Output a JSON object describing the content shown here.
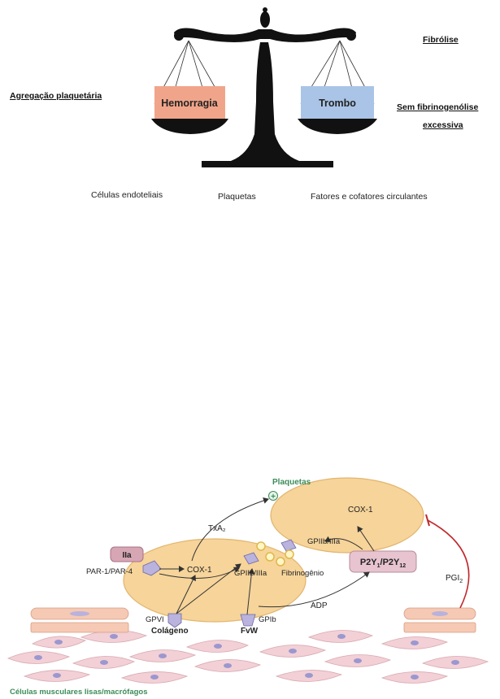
{
  "balance_figure": {
    "left_top_label": "Agregação plaquetária",
    "right_top_label": "Fibrólise",
    "right_mid_label_1": "Sem fibrinogenólise",
    "right_mid_label_2": "excessiva",
    "left_pan_label": "Hemorragia",
    "right_pan_label": "Trombo",
    "left_pan_color": "#f0a58a",
    "right_pan_color": "#a9c4e6",
    "bottom_labels": [
      "Células endoteliais",
      "Plaquetas",
      "Fatores e cofatores circulantes"
    ]
  },
  "platelet_figure": {
    "plaquetas_label": "Plaquetas",
    "plus_symbol": "+",
    "txa2_label": "TxA₂",
    "cox1_upper": "COX-1",
    "gp2b3a_upper": "GPIIb/IIIa",
    "iia_label": "IIa",
    "par_label": "PAR-1/PAR-4",
    "cox1_lower": "COX-1",
    "gp2b3a_lower": "GPIIb/IIIa",
    "fibrinogen_label": "Fibrinogênio",
    "p2y_main": "P2Y",
    "p2y_sub1": "1",
    "p2y_slash": "/P2Y",
    "p2y_sub2": "12",
    "pgi_main": "PGI",
    "pgi_sub": "2",
    "adp_label": "ADP",
    "gpvi_label": "GPVI",
    "gpib_label": "GPIb",
    "colageno_label": "Colágeno",
    "fvw_label": "FvW",
    "smooth_muscle_label": "Células musculares lisas/macrófagos",
    "platelet_color": "#f6d49a",
    "receptor_color": "#b9b3dd",
    "inhibit_color": "#c0282d",
    "green_label_color": "#3c8c5a"
  }
}
